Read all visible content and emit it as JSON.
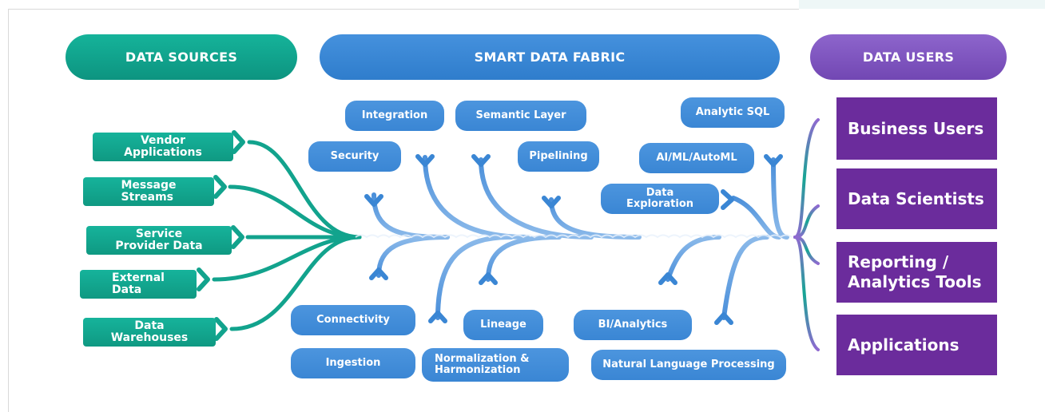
{
  "headers": {
    "sources": "DATA SOURCES",
    "fabric": "SMART DATA FABRIC",
    "users": "DATA USERS"
  },
  "sources": [
    [
      "Vendor",
      "Applications"
    ],
    [
      "Message",
      "Streams"
    ],
    [
      "Service",
      "Provider Data"
    ],
    [
      "External",
      "Data"
    ],
    [
      "Data",
      "Warehouses"
    ]
  ],
  "capabilities_top": [
    "Integration",
    "Semantic Layer",
    "Analytic SQL",
    "Security",
    "Pipelining",
    "AI/ML/AutoML",
    "Data Exploration"
  ],
  "capabilities_bottom": [
    "Connectivity",
    "Lineage",
    "BI/Analytics",
    "Ingestion",
    "Normalization & Harmonization",
    "Natural Language Processing"
  ],
  "users": [
    [
      "Business Users"
    ],
    [
      "Data Scientists"
    ],
    [
      "Reporting /",
      "Analytics Tools"
    ],
    [
      "Applications"
    ]
  ],
  "colors": {
    "teal": "#11a58e",
    "blue": "#3a86d4",
    "purple_header": "#7f55c0",
    "purple_box": "#6b2c9c"
  }
}
